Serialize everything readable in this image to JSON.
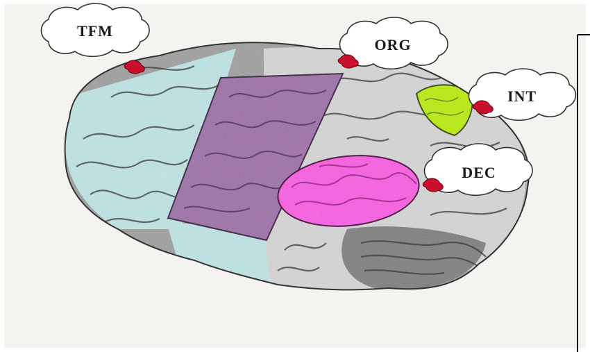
{
  "labels": {
    "tfm": "TFM",
    "org": "ORG",
    "int": "INT",
    "dec": "DEC"
  },
  "colors": {
    "background": "#ffffff",
    "photo_paper": "#f4f2ee",
    "frontal_region": "#bfe8e8",
    "parietal_region": "#9b6aa6",
    "temporal_region": "#ff55e6",
    "occipital_region": "#b8f000",
    "cloud_fill": "#ffffff",
    "cloud_stroke": "#333333",
    "pin": "#c8102e"
  },
  "icons": {
    "pin": "red-pushpin-icon"
  }
}
